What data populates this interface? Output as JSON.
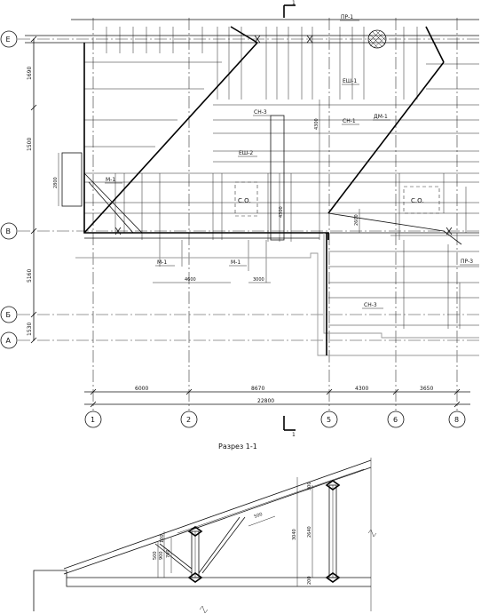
{
  "plan": {
    "axis_rows": [
      "Е",
      "В",
      "Б",
      "А"
    ],
    "axis_cols": [
      "1",
      "2",
      "5",
      "6",
      "8"
    ],
    "dims_bottom": [
      "6000",
      "8670",
      "4300",
      "3650"
    ],
    "dim_total": "22800",
    "dims_left": [
      "1690",
      "1500",
      "5160",
      "1530"
    ],
    "dim_left_note": "2800",
    "dims_inner": [
      "4600",
      "3000",
      "2600",
      "4300",
      "4300"
    ],
    "labels": {
      "pr1": "ПР-1",
      "pr3": "ПР-3",
      "esh1": "ЕШ-1",
      "esh2": "ЕШ-2",
      "sn3a": "СН-3",
      "sn3b": "СН-3",
      "sn1": "СН-1",
      "dm1": "ДМ-1",
      "m1a": "М-1",
      "m1b": "М-1",
      "m1c": "М-1",
      "so1": "С.О.",
      "so2": "С.О."
    },
    "section_mark": "1"
  },
  "section": {
    "title": "Разрез 1-1",
    "dims": [
      "500",
      "2640",
      "3040",
      "300",
      "200",
      "900",
      "500",
      "700",
      "100"
    ]
  }
}
